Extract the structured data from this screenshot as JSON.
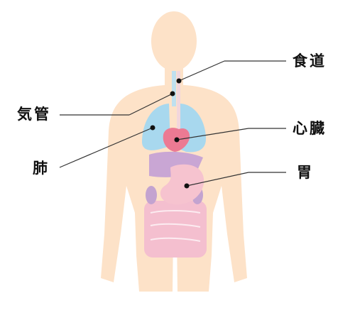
{
  "labels": {
    "esophagus": "食道",
    "trachea": "気管",
    "heart": "心臓",
    "lung": "肺",
    "stomach": "胃"
  },
  "colors": {
    "body": "#fde2c8",
    "lung": "#a8d8ee",
    "heart": "#ec7a93",
    "liver": "#c9a6d4",
    "stomach": "#f6c3cf",
    "intestine": "#f4bfcf",
    "kidney": "#c3a3d0",
    "trachea": "#bfe0ef",
    "leader": "#333333",
    "text": "#111111"
  }
}
